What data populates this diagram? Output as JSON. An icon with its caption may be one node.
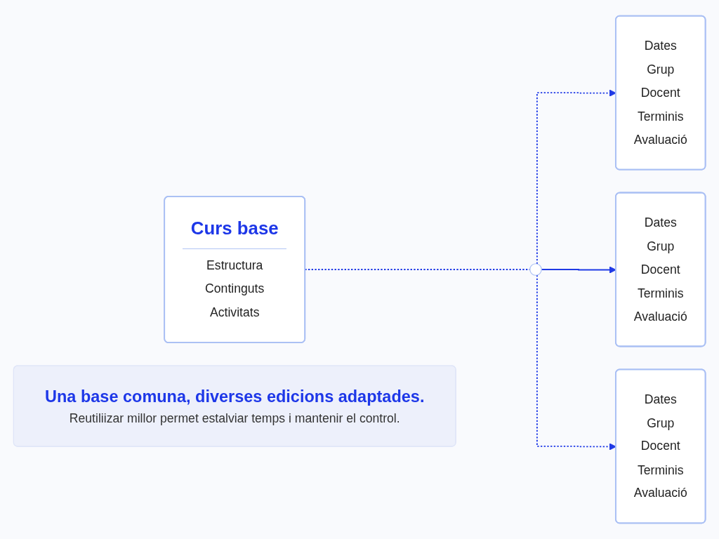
{
  "diagram": {
    "nodes": [
      {
        "text": [
          "Curs base",
          "Estructura",
          "Continguts",
          "Activitats"
        ]
      },
      {
        "text": [],
        "shape": "circle"
      },
      {
        "text": [
          "Dates",
          "Grup",
          "Docent",
          "Terminis",
          "Avaluació"
        ]
      },
      {
        "text": [
          "Dates",
          "Grup",
          "Docent",
          "Terminis",
          "Avaluació"
        ]
      },
      {
        "text": [
          "Dates",
          "Grup",
          "Docent",
          "Terminis",
          "Avaluació"
        ]
      },
      {
        "text": [
          "Una base comuna, diverses edicions adaptades.",
          "Reutiliizar millor permet estalviar temps i mantenir el control."
        ]
      }
    ],
    "edges": [
      {
        "from": 0,
        "to": 1,
        "arrow": "none",
        "style": "dashed"
      },
      {
        "from": 1,
        "to": 2,
        "arrow": "to",
        "style": "dashed"
      },
      {
        "from": 1,
        "to": 3,
        "arrow": "to"
      },
      {
        "from": 1,
        "to": 4,
        "arrow": "to",
        "style": "dashed"
      }
    ]
  }
}
